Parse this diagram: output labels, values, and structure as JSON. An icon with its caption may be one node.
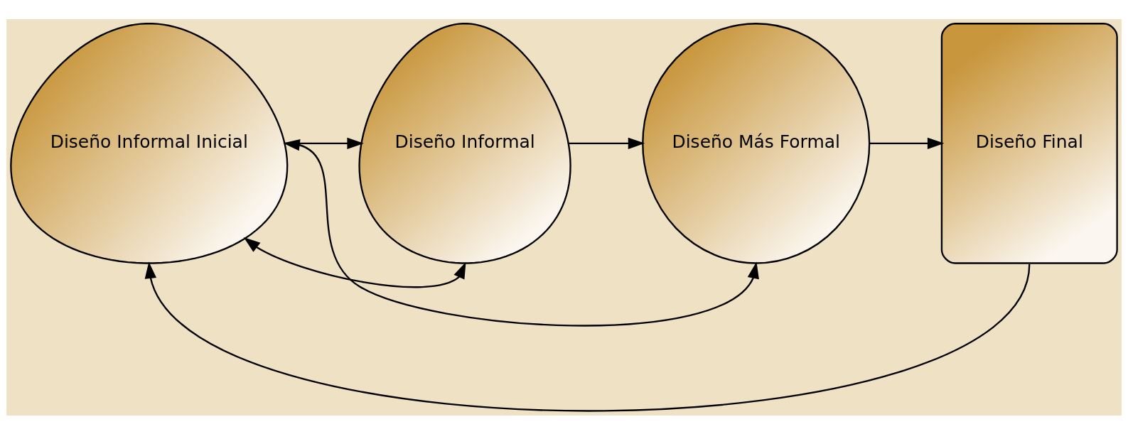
{
  "diagram": {
    "nodes": [
      {
        "text": [
          "Diseño Informal Inicial"
        ]
      },
      {
        "text": [
          "Diseño Informal"
        ]
      },
      {
        "text": [
          "Diseño Más Formal"
        ]
      },
      {
        "text": [
          "Diseño Final"
        ]
      }
    ],
    "edges": [
      {
        "from": 0,
        "to": 1,
        "arrow": "to"
      },
      {
        "from": 1,
        "to": 2,
        "arrow": "to"
      },
      {
        "from": 2,
        "to": 3,
        "arrow": "to"
      },
      {
        "from": 3,
        "to": 0,
        "arrow": "to"
      },
      {
        "from": 1,
        "to": 0,
        "arrow": "both"
      },
      {
        "from": 2,
        "to": 0,
        "arrow": "both"
      }
    ]
  }
}
